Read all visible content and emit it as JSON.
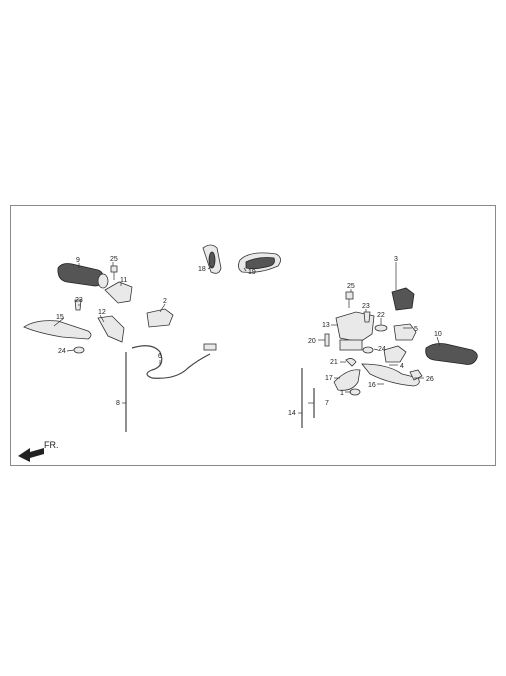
{
  "direction_label": "FR.",
  "callouts": {
    "c1": "1",
    "c2": "2",
    "c3": "3",
    "c4": "4",
    "c5": "5",
    "c6": "6",
    "c7": "7",
    "c8": "8",
    "c9": "9",
    "c10": "10",
    "c11": "11",
    "c12": "12",
    "c13": "13",
    "c14": "14",
    "c15": "15",
    "c16": "16",
    "c17": "17",
    "c18": "18",
    "c19": "19",
    "c20": "20",
    "c21": "21",
    "c22": "22",
    "c23a": "23",
    "c23b": "23",
    "c24a": "24",
    "c24b": "24",
    "c25a": "25",
    "c25b": "25",
    "c26": "26"
  },
  "colors": {
    "frame": "#8a8a8a",
    "ink": "#222222",
    "part_fill": "#e9e9e9",
    "grip": "#555555"
  }
}
